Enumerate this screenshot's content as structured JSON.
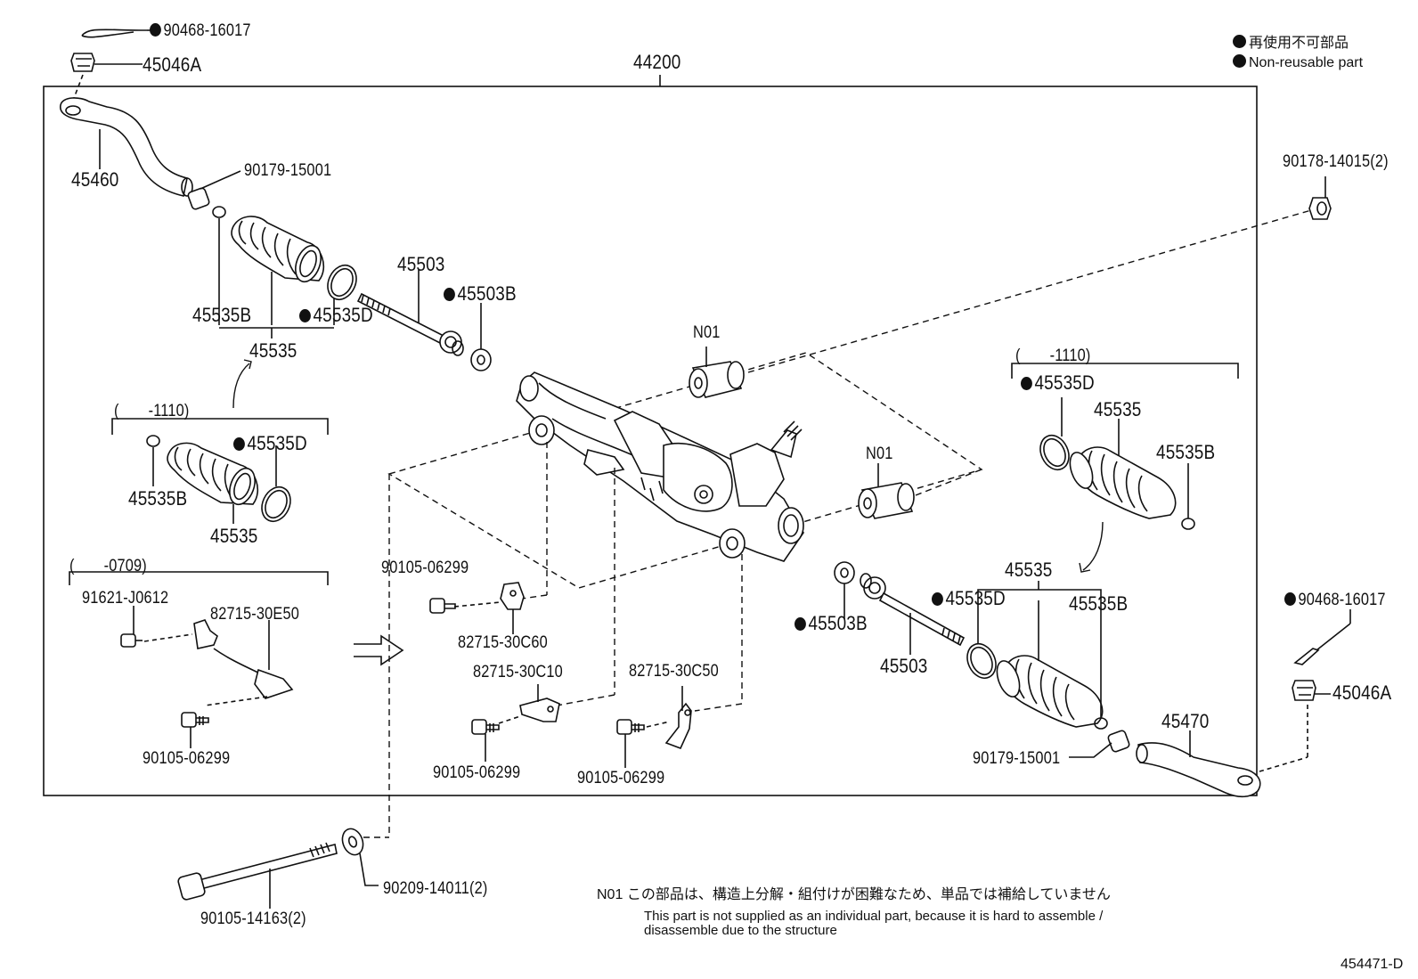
{
  "legend": [
    {
      "text": "再使用不可部品"
    },
    {
      "text": "Non-reusable part"
    }
  ],
  "assembly_label": "44200",
  "labels": [
    {
      "id": "p1",
      "text": "90468-16017",
      "dot": true
    },
    {
      "id": "p2",
      "text": "45046A",
      "dot": false
    },
    {
      "id": "p3",
      "text": "45460",
      "dot": false
    },
    {
      "id": "p4",
      "text": "90179-15001",
      "dot": false
    },
    {
      "id": "p5",
      "text": "45535B",
      "dot": false
    },
    {
      "id": "p6",
      "text": "45535D",
      "dot": true
    },
    {
      "id": "p7",
      "text": "45535",
      "dot": false
    },
    {
      "id": "p8",
      "text": "45503",
      "dot": false
    },
    {
      "id": "p9",
      "text": "45503B",
      "dot": true
    },
    {
      "id": "p10",
      "text": "N01",
      "dot": false
    },
    {
      "id": "p11",
      "text": "(　　-1110)",
      "dot": false
    },
    {
      "id": "p12",
      "text": "45535D",
      "dot": true
    },
    {
      "id": "p13",
      "text": "45535B",
      "dot": false
    },
    {
      "id": "p14",
      "text": "45535",
      "dot": false
    },
    {
      "id": "p15",
      "text": "(　　-0709)",
      "dot": false
    },
    {
      "id": "p16",
      "text": "91621-J0612",
      "dot": false
    },
    {
      "id": "p17",
      "text": "82715-30E50",
      "dot": false
    },
    {
      "id": "p18",
      "text": "90105-06299",
      "dot": false
    },
    {
      "id": "p19",
      "text": "90105-06299",
      "dot": false
    },
    {
      "id": "p20",
      "text": "82715-30C60",
      "dot": false
    },
    {
      "id": "p21",
      "text": "82715-30C10",
      "dot": false
    },
    {
      "id": "p22",
      "text": "90105-06299",
      "dot": false
    },
    {
      "id": "p23",
      "text": "82715-30C50",
      "dot": false
    },
    {
      "id": "p24",
      "text": "90105-06299",
      "dot": false
    },
    {
      "id": "p25",
      "text": "N01",
      "dot": false
    },
    {
      "id": "p26",
      "text": "90178-14015(2)",
      "dot": false
    },
    {
      "id": "p27",
      "text": "(　　-1110)",
      "dot": false
    },
    {
      "id": "p28",
      "text": "45535D",
      "dot": true
    },
    {
      "id": "p29",
      "text": "45535",
      "dot": false
    },
    {
      "id": "p30",
      "text": "45535B",
      "dot": false
    },
    {
      "id": "p31",
      "text": "45535",
      "dot": false
    },
    {
      "id": "p32",
      "text": "45535D",
      "dot": true
    },
    {
      "id": "p33",
      "text": "45535B",
      "dot": false
    },
    {
      "id": "p34",
      "text": "45503B",
      "dot": true
    },
    {
      "id": "p35",
      "text": "45503",
      "dot": false
    },
    {
      "id": "p36",
      "text": "90179-15001",
      "dot": false
    },
    {
      "id": "p37",
      "text": "45470",
      "dot": false
    },
    {
      "id": "p38",
      "text": "90468-16017",
      "dot": true
    },
    {
      "id": "p39",
      "text": "45046A",
      "dot": false
    },
    {
      "id": "p40",
      "text": "90105-14163(2)",
      "dot": false
    },
    {
      "id": "p41",
      "text": "90209-14011(2)",
      "dot": false
    }
  ],
  "note": {
    "prefix": "N01",
    "jp": "この部品は、構造上分解・組付けが困難なため、単品では補給していません",
    "en_line1": "This part is not supplied as an individual part, because it is hard to assemble /",
    "en_line2": "disassemble due to the structure"
  },
  "diagram_code": "454471-D"
}
